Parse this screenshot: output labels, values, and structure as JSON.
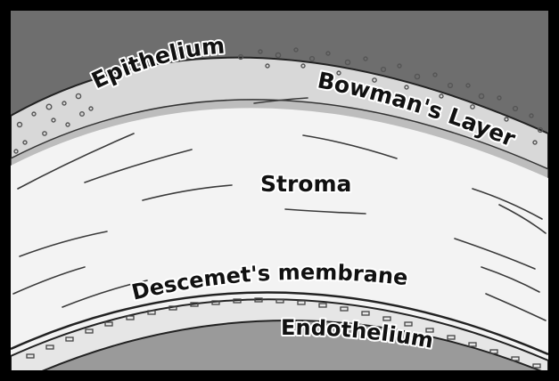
{
  "diagram": {
    "layers": {
      "epithelium": "Epithelium",
      "bowmans_layer": "Bowman's Layer",
      "stroma": "Stroma",
      "descemets_membrane": "Descemet's membrane",
      "endothelium": "Endothelium"
    },
    "colors": {
      "background": "#6e6e6e",
      "frame": "#000000",
      "stroma": "#f2f2f2",
      "epithelium": "#dcdcdc",
      "anterior_chamber": "#9a9a9a",
      "fiber_lines": "#3a3a3a"
    }
  }
}
